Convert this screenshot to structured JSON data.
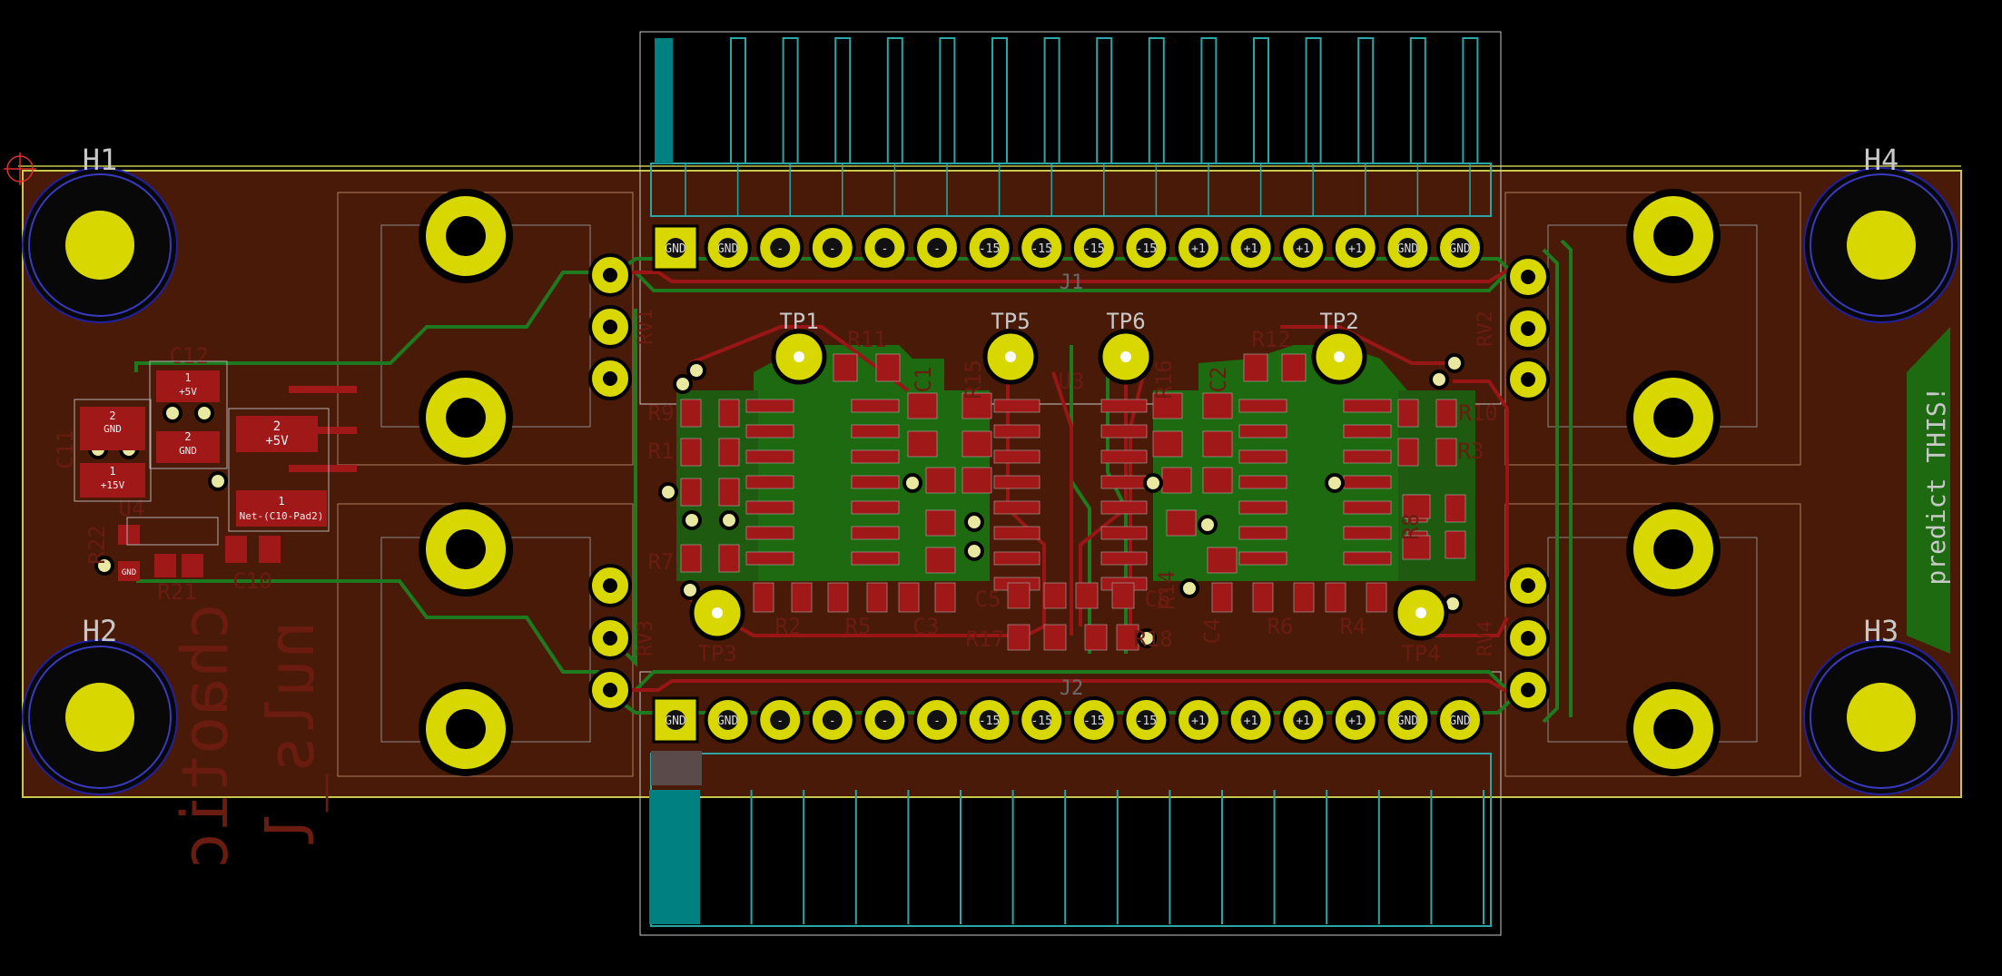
{
  "colors": {
    "background": "#000000",
    "board_fill": "#4a1a08",
    "edge_cuts": "#c8c84a",
    "copper_front": "#a01818",
    "copper_back": "#1e7a1e",
    "courtyard": "#b0b0b0",
    "connector_outline": "#2aa6a6",
    "connector_fill": "#008080",
    "pad_ring": "#d8d800",
    "via_ring": "#e8e8a0",
    "silk_back": "#6a1c10",
    "silk_front": "#c8c8c8"
  },
  "mounting_holes": [
    "H1",
    "H2",
    "H3",
    "H4"
  ],
  "connectors": {
    "top_pins": [
      "GND",
      "GND",
      "-",
      "-",
      "-",
      "-",
      "-15",
      "-15",
      "-15",
      "-15",
      "+1",
      "+1",
      "+1",
      "+1",
      "GND",
      "GND"
    ],
    "bottom_pins": [
      "GND",
      "GND",
      "-",
      "-",
      "-",
      "-",
      "-15",
      "-15",
      "-15",
      "-15",
      "+1",
      "+1",
      "+1",
      "+1",
      "GND",
      "GND"
    ],
    "top_ref": "J1",
    "bottom_ref": "J2"
  },
  "test_points": [
    "TP1",
    "TP5",
    "TP6",
    "TP2",
    "TP3",
    "TP4"
  ],
  "components": {
    "R11": "R11",
    "R12": "R12",
    "C1": "C1",
    "C2": "C2",
    "U3": "U3",
    "R9": "R9",
    "R1": "R1",
    "R7": "R7",
    "R10": "R10",
    "R3": "R3",
    "R2": "R2",
    "R5": "R5",
    "C3": "C3",
    "C5": "C5",
    "R17": "R17",
    "C6": "C6",
    "R18": "R18",
    "C4": "C4",
    "R6": "R6",
    "R4": "R4",
    "R15": "R15",
    "R16": "R16",
    "R8": "R8",
    "R14": "R14",
    "RV1": "RV1",
    "RV2": "RV2",
    "RV3": "RV3",
    "RV4": "RV4",
    "C12": "C12",
    "C11": "C11",
    "C10": "C10",
    "R21": "R21",
    "R22": "R22",
    "U4": "U4"
  },
  "pad_labels": {
    "c12_pad1": "1",
    "c12_pad1_net": "+5V",
    "c12_pad2": "2",
    "c12_pad2_net": "GND",
    "c11_pad2": "2",
    "c11_pad2_net": "GND",
    "c11_pad1": "1",
    "c11_pad1_net": "+15V",
    "big_pad2": "2",
    "big_pad2_net": "+5V",
    "big_pad1": "1",
    "big_pad1_net": "Net-(C10-Pad2)",
    "small_gnd": "GND"
  },
  "silkscreen_back": {
    "line1": "chaotic",
    "line2": "nuls_l"
  },
  "silkscreen_front": {
    "predict": "predict THIS!"
  }
}
